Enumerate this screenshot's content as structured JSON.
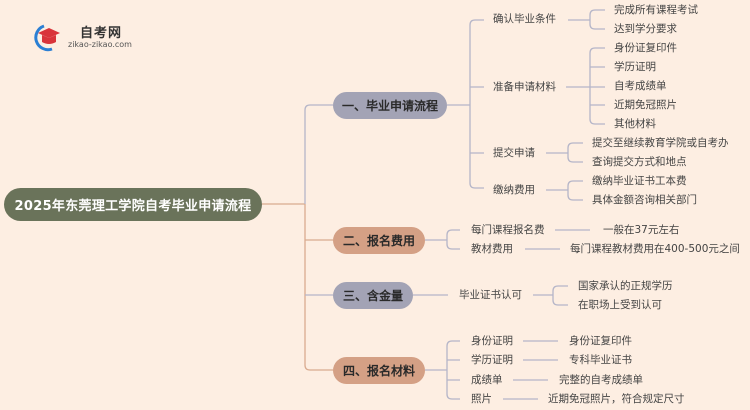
{
  "logo": {
    "title": "自考网",
    "url": "zikao-zikao.com",
    "icon": "graduation-cap-icon"
  },
  "colors": {
    "background": "#fdeee2",
    "root": "#6a735a",
    "branch_grey": "#a3a3b5",
    "branch_tan": "#d4a085",
    "line_grey": "#b5b5c8",
    "line_tan": "#d9ab90"
  },
  "root": "2025年东莞理工学院自考毕业申请流程",
  "branches": [
    {
      "label": "一、毕业申请流程",
      "children": [
        {
          "label": "确认毕业条件",
          "items": [
            "完成所有课程考试",
            "达到学分要求"
          ]
        },
        {
          "label": "准备申请材料",
          "items": [
            "身份证复印件",
            "学历证明",
            "自考成绩单",
            "近期免冠照片",
            "其他材料"
          ]
        },
        {
          "label": "提交申请",
          "items": [
            "提交至继续教育学院或自考办",
            "查询提交方式和地点"
          ]
        },
        {
          "label": "缴纳费用",
          "items": [
            "缴纳毕业证书工本费",
            "具体金额咨询相关部门"
          ]
        }
      ]
    },
    {
      "label": "二、报名费用",
      "children": [
        {
          "label": "每门课程报名费",
          "items": [
            "一般在37元左右"
          ]
        },
        {
          "label": "教材费用",
          "items": [
            "每门课程教材费用在400-500元之间"
          ]
        }
      ]
    },
    {
      "label": "三、含金量",
      "children": [
        {
          "label": "毕业证书认可",
          "items": [
            "国家承认的正规学历",
            "在职场上受到认可"
          ]
        }
      ]
    },
    {
      "label": "四、报名材料",
      "children": [
        {
          "label": "身份证明",
          "items": [
            "身份证复印件"
          ]
        },
        {
          "label": "学历证明",
          "items": [
            "专科毕业证书"
          ]
        },
        {
          "label": "成绩单",
          "items": [
            "完整的自考成绩单"
          ]
        },
        {
          "label": "照片",
          "items": [
            "近期免冠照片，符合规定尺寸"
          ]
        }
      ]
    }
  ]
}
